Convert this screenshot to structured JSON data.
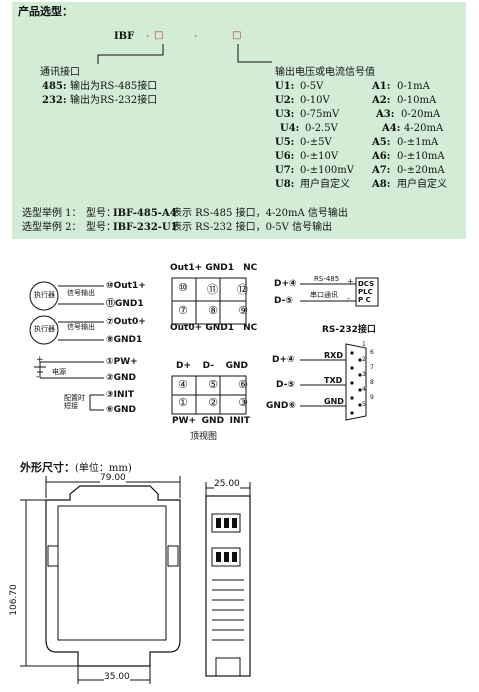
{
  "selection": {
    "title": "产品选型：",
    "model_prefix": "IBF",
    "dash1": "-",
    "dash2": "-",
    "box_glyph": "□",
    "comm_label": "通讯接口",
    "comm_options": [
      {
        "code": "485:",
        "desc": "输出为RS-485接口"
      },
      {
        "code": "232:",
        "desc": "输出为RS-232接口"
      }
    ],
    "signal_label": "输出电压或电流信号值",
    "signal_rows": [
      {
        "u_code": "U1:",
        "u_val": "0-5V",
        "a_code": "A1:",
        "a_val": "0-1mA"
      },
      {
        "u_code": "U2:",
        "u_val": "0-10V",
        "a_code": "A2:",
        "a_val": "0-10mA"
      },
      {
        "u_code": "U3:",
        "u_val": "0-75mV",
        "a_code": "A3:",
        "a_val": "0-20mA"
      },
      {
        "u_code": "U4:",
        "u_val": "0-2.5V",
        "a_code": "A4:",
        "a_val": "4-20mA"
      },
      {
        "u_code": "U5:",
        "u_val": "0-±5V",
        "a_code": "A5:",
        "a_val": "0-±1mA"
      },
      {
        "u_code": "U6:",
        "u_val": "0-±10V",
        "a_code": "A6:",
        "a_val": "0-±10mA"
      },
      {
        "u_code": "U7:",
        "u_val": "0-±100mV",
        "a_code": "A7:",
        "a_val": "0-±20mA"
      },
      {
        "u_code": "U8:",
        "u_val": "用户自定义",
        "a_code": "A8:",
        "a_val": "用户自定义"
      }
    ],
    "examples": [
      {
        "label": "选型举例 1：",
        "model_label": "型号：",
        "model": "IBF-485-A4",
        "desc": "表示 RS-485 接口，4-20mA 信号输出"
      },
      {
        "label": "选型举例 2：",
        "model_label": "型号：",
        "model": "IBF-232-U1",
        "desc": "表示 RS-232 接口，0-5V 信号输出"
      }
    ],
    "return_mark": "↵"
  },
  "wiring": {
    "actuator_label": "执行器",
    "signal_output": "信号输出",
    "power_label": "电源",
    "config_label": "配置时\n短接",
    "left_terminals": [
      {
        "num": "⑩",
        "name": "Out1+"
      },
      {
        "num": "⑪",
        "name": "GND1"
      },
      {
        "num": "⑦",
        "name": "Out0+"
      },
      {
        "num": "⑧",
        "name": "GND1"
      },
      {
        "num": "①",
        "name": "PW+"
      },
      {
        "num": "②",
        "name": "GND"
      },
      {
        "num": "③",
        "name": "INIT"
      },
      {
        "num": "⑥",
        "name": "GND"
      }
    ],
    "plus": "+",
    "minus": "-",
    "top_header": [
      "Out1+",
      "GND1",
      "NC"
    ],
    "top_row1": [
      "⑩",
      "⑪",
      "⑫"
    ],
    "top_row2": [
      "⑦",
      "⑧",
      "⑨"
    ],
    "mid_header": [
      "Out0+",
      "GND1",
      "NC"
    ],
    "bot_header": [
      "D+",
      "D-",
      "GND"
    ],
    "bot_row1": [
      "④",
      "⑤",
      "⑥"
    ],
    "bot_row2": [
      "①",
      "②",
      "③"
    ],
    "bot_footer": [
      "PW+",
      "GND",
      "INIT"
    ],
    "view_caption": "顶视图",
    "rs485_dplus": "D+④",
    "rs485_dminus": "D-⑤",
    "rs485_label": "RS-485",
    "serial_comm": "串口通讯",
    "dcs_box": [
      "DCS",
      "PLC",
      "P C"
    ],
    "rs232_title": "RS-232接口",
    "rs232_pins": [
      {
        "term": "D+④",
        "signal": "RXD"
      },
      {
        "term": "D-⑤",
        "signal": "TXD"
      },
      {
        "term": "GND⑥",
        "signal": "GND"
      }
    ],
    "db9_numbers": [
      "1",
      "6",
      "2",
      "7",
      "3",
      "8",
      "4",
      "9",
      "5"
    ]
  },
  "dimensions": {
    "title_bold": "外形尺寸：",
    "title_unit": "(单位：mm)",
    "width": "79.00",
    "height": "106.70",
    "base_width": "35.00",
    "side_width": "25.00"
  }
}
